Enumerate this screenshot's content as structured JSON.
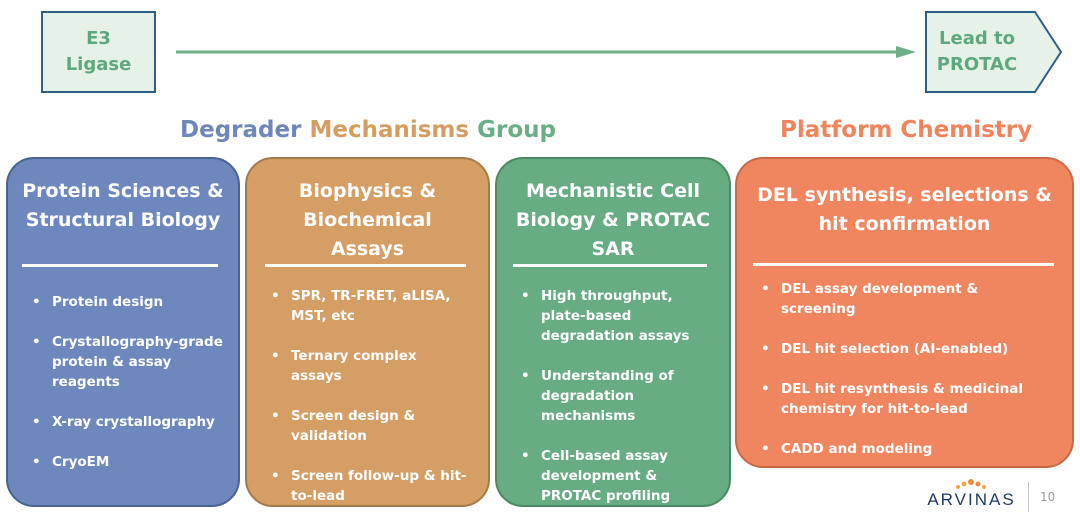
{
  "pipeline": {
    "start_label": "E3 Ligase",
    "end_label": "Lead to PROTAC"
  },
  "groups": {
    "dmg_title_word1": "Degrader",
    "dmg_title_word2": "Mechanisms",
    "dmg_title_word3": "Group",
    "platform_title": "Platform Chemistry"
  },
  "cards": {
    "protein": {
      "title_line1": "Protein Sciences &",
      "title_line2": "Structural Biology",
      "items": [
        "Protein design",
        "Crystallography-grade protein & assay reagents",
        "X-ray crystallography",
        "CryoEM"
      ]
    },
    "biophys": {
      "title_line1": "Biophysics &",
      "title_line2": "Biochemical",
      "title_line3": "Assays",
      "items": [
        "SPR, TR-FRET, aLISA, MST, etc",
        "Ternary complex assays",
        "Screen design & validation",
        "Screen follow-up & hit-to-lead"
      ]
    },
    "cellbio": {
      "title_line1": "Mechanistic Cell",
      "title_line2": "Biology & PROTAC",
      "title_line3": "SAR",
      "items": [
        "High throughput, plate-based degradation assays",
        "Understanding of degradation mechanisms",
        "Cell-based assay development & PROTAC profiling"
      ]
    },
    "del": {
      "title_line1": "DEL synthesis, selections &",
      "title_line2": "hit confirmation",
      "items": [
        "DEL assay development & screening",
        "DEL hit selection (AI-enabled)",
        "DEL hit resynthesis & medicinal chemistry for hit-to-lead",
        "CADD and modeling"
      ]
    }
  },
  "footer": {
    "logo": "ARVINAS",
    "page_number": "10"
  },
  "colors": {
    "blue": "#6e88be",
    "orange": "#d59e64",
    "green": "#68ac84",
    "coral": "#f0865f",
    "arrow": "#6eaf87",
    "navy": "#2f5f86"
  }
}
